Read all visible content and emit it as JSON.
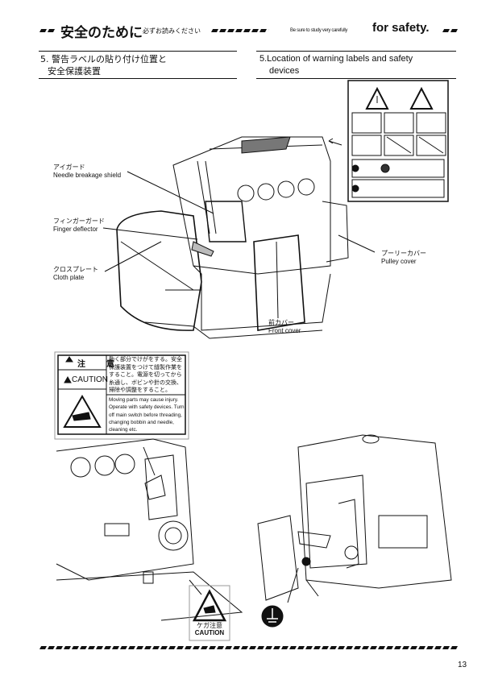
{
  "header": {
    "title_jp": "安全のために",
    "subtitle_jp": "必ずお読みください",
    "subtitle_en": "Be sure to study very carefully",
    "title_en": "for safety."
  },
  "section": {
    "heading_jp_line1": "5. 警告ラベルの貼り付け位置と",
    "heading_jp_line2": "安全保護装置",
    "heading_en_line1": "5.Location of warning labels and safety",
    "heading_en_line2": "devices"
  },
  "callouts": [
    {
      "jp": "アイガード",
      "en": "Needle breakage shield"
    },
    {
      "jp": "フィンガーガード",
      "en": "Finger deflector"
    },
    {
      "jp": "クロスプレート",
      "en": "Cloth plate"
    },
    {
      "jp": "前カバー",
      "en": "Front cover"
    },
    {
      "jp": "プーリーカバー",
      "en": "Pulley cover"
    }
  ],
  "caution_label": {
    "jp_title": "注　　意",
    "en_title": "CAUTION",
    "jp_text": "動く部分でけがをする。安全保護装置をつけて縫製作業をすること。電源を切ってから糸通し、ボビンや針の交換、掃除や調整をすること。",
    "en_text": "Moving parts may cause injury. Operate with safety devices. Turn off main switch before threading, changing bobbin and needle, cleaning etc."
  },
  "small_caution": {
    "jp": "ケガ注意",
    "en": "CAUTION"
  },
  "page_number": "13"
}
